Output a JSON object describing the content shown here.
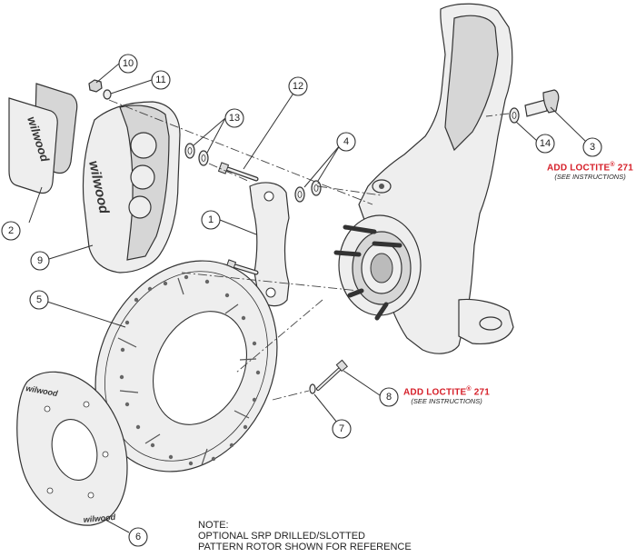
{
  "callouts": [
    {
      "label": "1"
    },
    {
      "label": "2"
    },
    {
      "label": "3"
    },
    {
      "label": "4"
    },
    {
      "label": "5"
    },
    {
      "label": "6"
    },
    {
      "label": "7"
    },
    {
      "label": "8"
    },
    {
      "label": "9"
    },
    {
      "label": "10"
    },
    {
      "label": "11"
    },
    {
      "label": "12"
    },
    {
      "label": "13"
    },
    {
      "label": "14"
    }
  ],
  "brand": {
    "logo_text": "wilwood"
  },
  "loctite_notes": [
    {
      "main_prefix": "ADD LOCTITE",
      "trademark": "®",
      "number": "271",
      "sub": "(SEE INSTRUCTIONS)"
    },
    {
      "main_prefix": "ADD LOCTITE",
      "trademark": "®",
      "number": "271",
      "sub": "(SEE INSTRUCTIONS)"
    }
  ],
  "note": {
    "title": "NOTE:",
    "line1": "OPTIONAL SRP DRILLED/SLOTTED",
    "line2": "PATTERN ROTOR SHOWN FOR REFERENCE"
  },
  "colors": {
    "loctite": "#d6202a",
    "line": "#333333",
    "part_fill": "#eeeeee"
  }
}
